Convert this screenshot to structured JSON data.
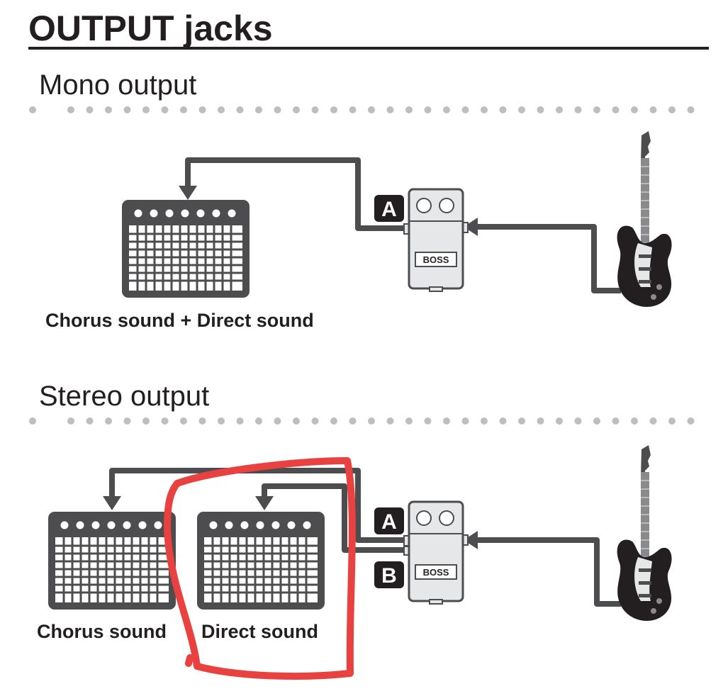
{
  "page": {
    "title": "OUTPUT jacks"
  },
  "sections": {
    "mono": {
      "heading": "Mono output",
      "amp_label": "Chorus sound + Direct sound",
      "jack_a": "A",
      "brand": "BOSS"
    },
    "stereo": {
      "heading": "Stereo output",
      "amp1_label": "Chorus sound",
      "amp2_label": "Direct sound",
      "jack_a": "A",
      "jack_b": "B",
      "brand": "BOSS"
    }
  },
  "colors": {
    "text": "#231f20",
    "cable": "#4d4d4f",
    "amp": "#4d4d4f",
    "pedal_fill": "#e6e7e8",
    "dots": "#bcbec0",
    "highlight": "#e8413f"
  },
  "icons": {
    "amplifier": "amplifier-icon",
    "pedal": "effects-pedal-icon",
    "guitar": "electric-guitar-icon"
  }
}
